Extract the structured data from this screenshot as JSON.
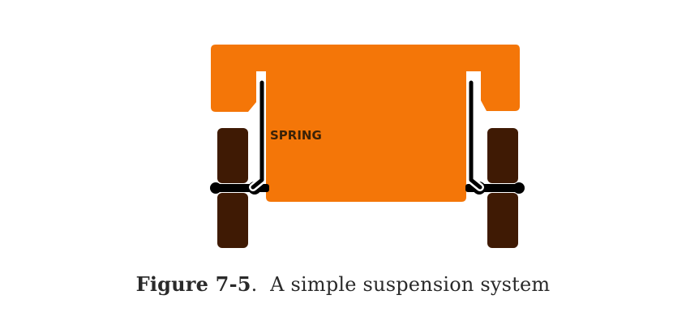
{
  "diagram": {
    "spring_label": "SPRING",
    "colors": {
      "body": "#f47608",
      "wheel": "#3f1a04",
      "axle": "#000000",
      "label": "#3a2208",
      "background": "#ffffff"
    }
  },
  "caption": {
    "figure_number": "Figure 7-5",
    "separator": ".",
    "text": "A simple suspension system"
  }
}
